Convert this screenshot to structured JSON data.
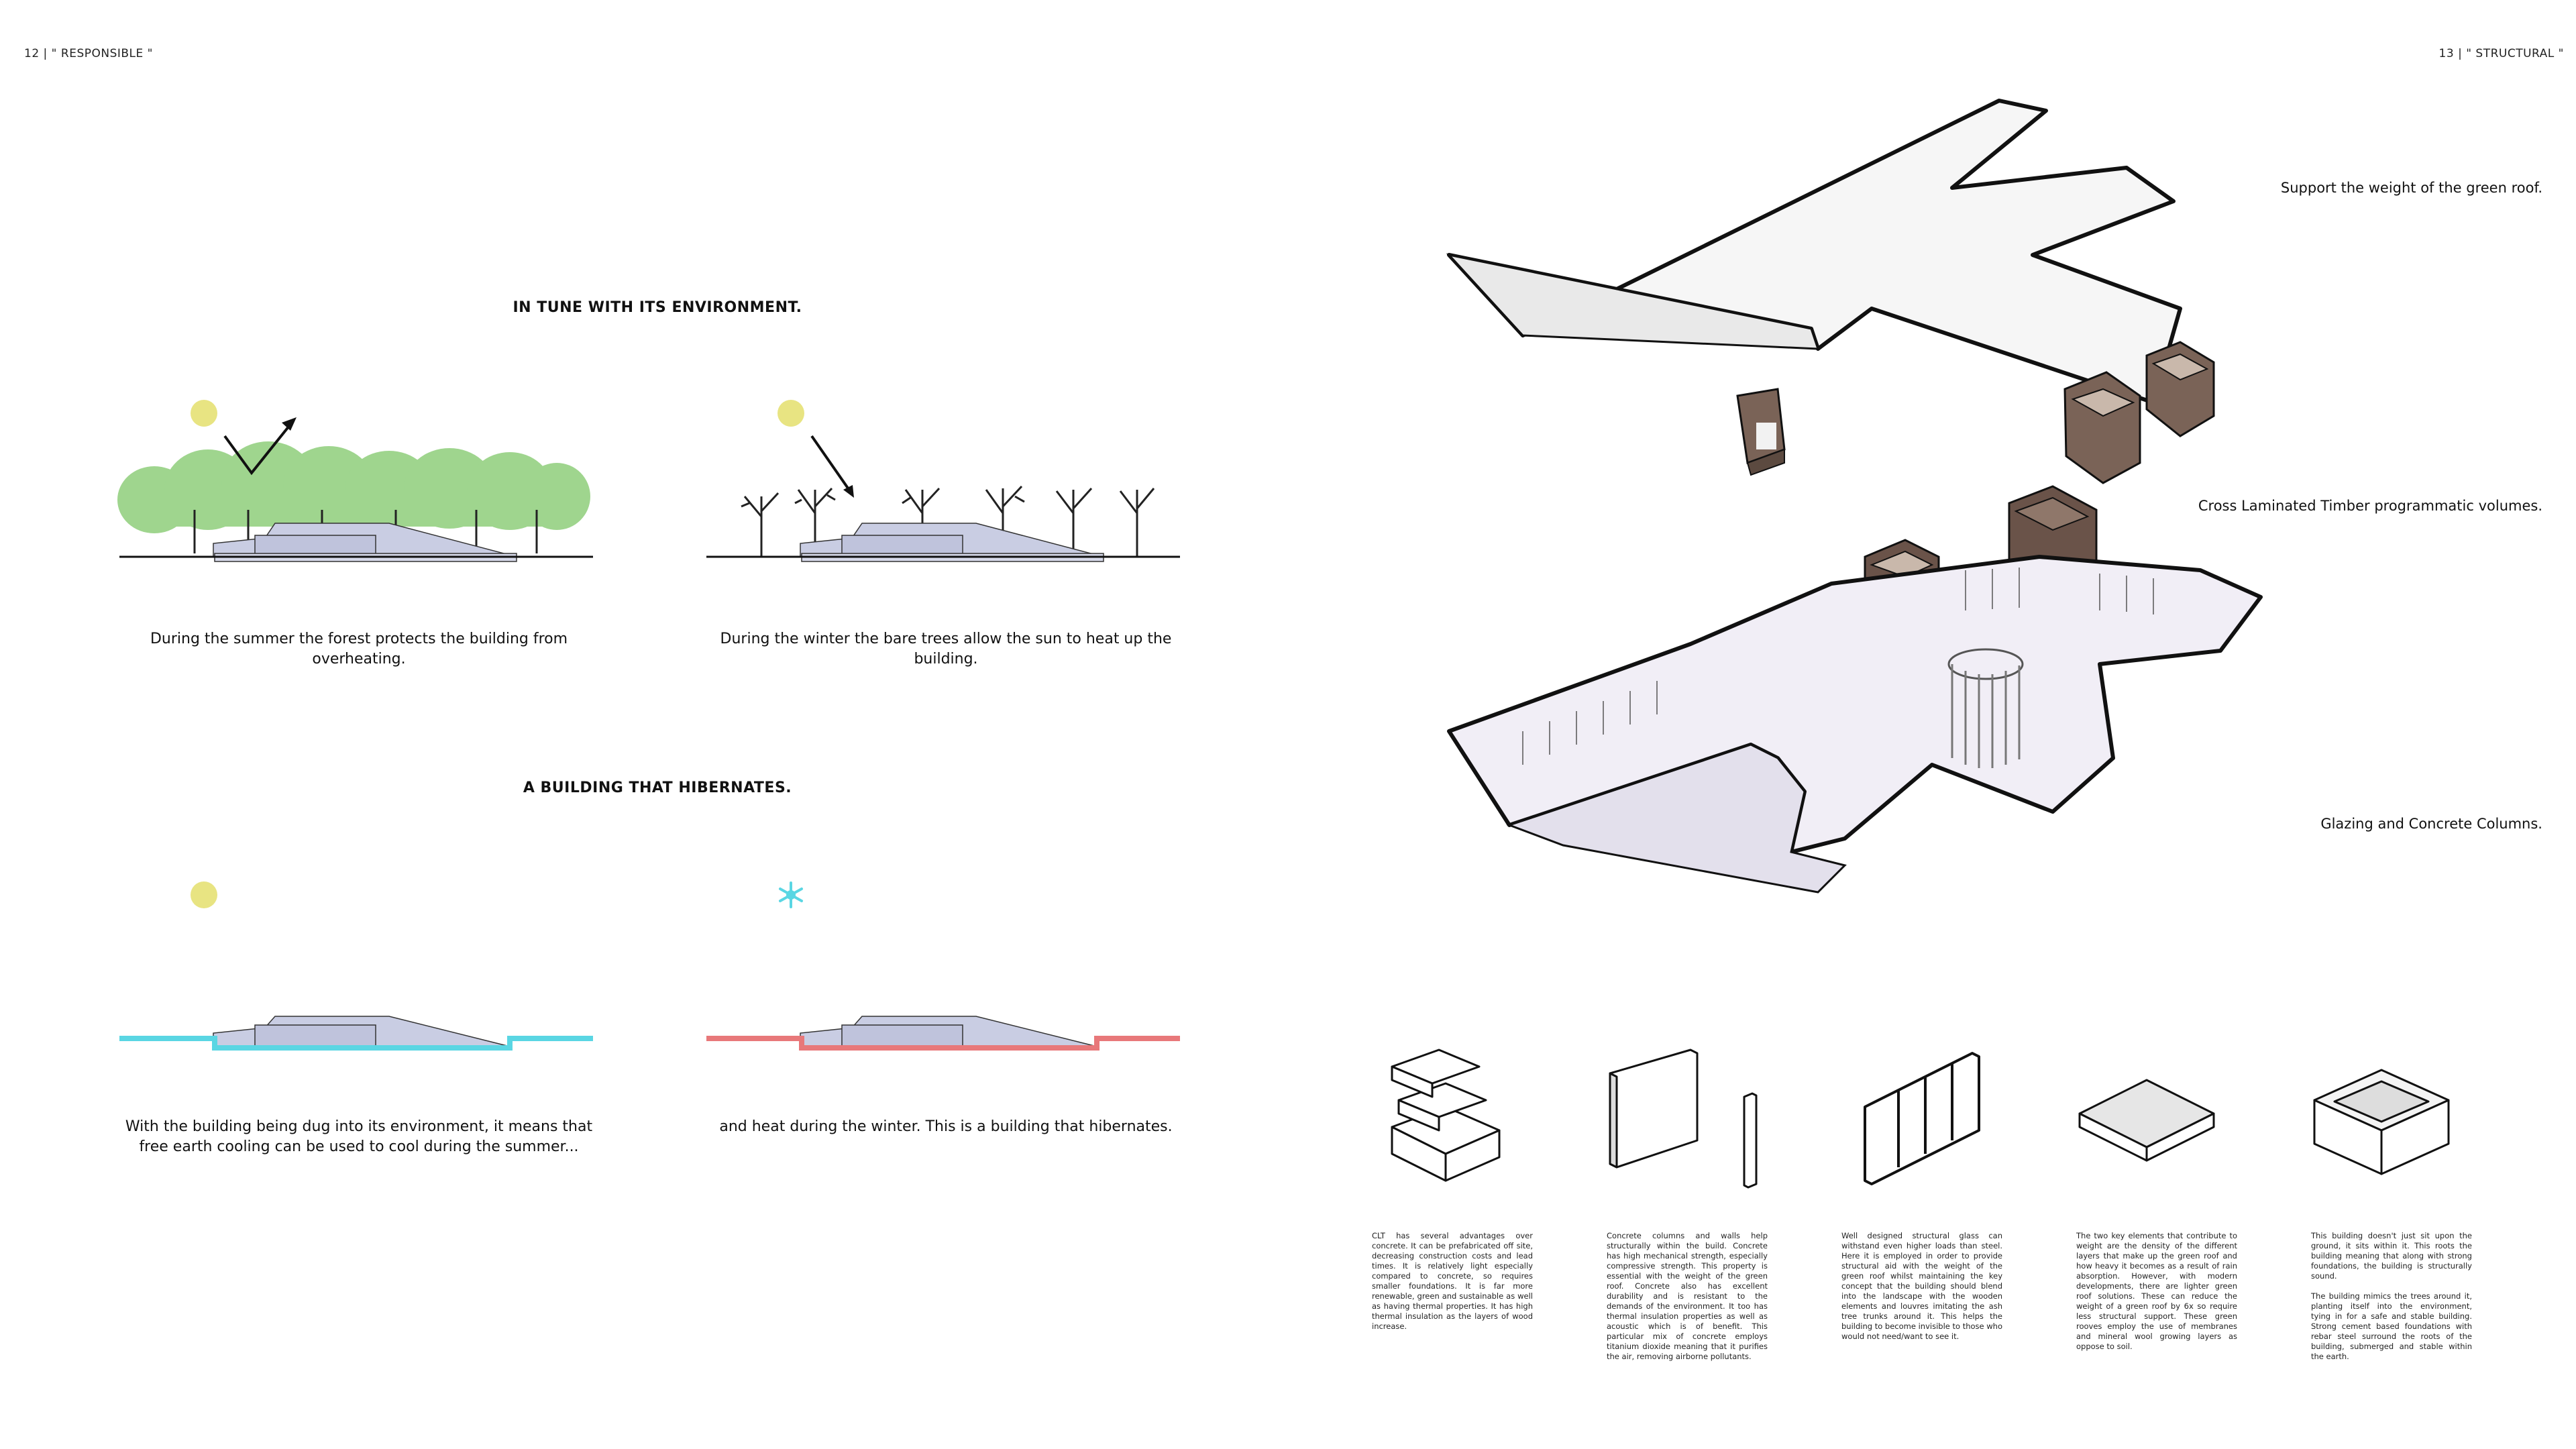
{
  "left_page": {
    "page_label": "12 | \" RESPONSIBLE \"",
    "heading_1": "IN TUNE WITH ITS ENVIRONMENT.",
    "caption_summer": "During the summer the forest protects the building from overheating.",
    "caption_winter": "During the winter the bare trees allow the sun to heat up the building.",
    "heading_2": "A BUILDING THAT HIBERNATES.",
    "caption_cooling": "With the building being dug into its environment, it means that free earth cooling can be used to cool during the summer...",
    "caption_heating": "and heat during the winter. This is a building that hibernates."
  },
  "right_page": {
    "page_label": "13 | \" STRUCTURAL \"",
    "label_roof": "Support the weight of the green roof.",
    "label_volumes": "Cross Laminated Timber programmatic volumes.",
    "label_glazing": "Glazing and Concrete Columns.",
    "paragraphs": [
      "CLT has several advantages over concrete. It can be prefabricated off site, decreasing construction costs and lead times. It is relatively light especially compared to concrete, so requires smaller foundations. It is far more renewable, green and sustainable as well as having thermal properties. It has high thermal insulation as the layers of wood increase.",
      "Concrete columns and walls help structurally within the build. Concrete has high mechanical strength, especially compressive strength. This property is essential with the weight of the green roof. Concrete also has excellent durability and is resistant to the demands of the environment. It too has thermal insulation properties as well as acoustic which is of benefit. This particular mix of concrete employs titanium dioxide meaning that it purifies the air, removing airborne pollutants.",
      "Well designed structural glass can withstand even higher loads than steel. Here it is employed in order to provide structural aid with the weight of the green roof whilst maintaining the key concept that the building should blend into the landscape with the wooden elements and louvres imitating the ash tree trunks around it. This helps the building to become invisible to those who would not need/want to see it.",
      "The two key elements that contribute to weight are the density of the different layers that make up the green roof and how heavy it becomes as a result of rain absorption. However, with modern developments, there are lighter green roof solutions. These can reduce the weight of a green roof by 6x so require less structural support. These green rooves employ the use of membranes and mineral wool growing layers as oppose to soil.",
      "This building doesn't just sit upon the ground, it sits within it. This roots the building meaning that along with strong foundations, the building is structurally sound.\n\nThe building mimics the trees around it, planting itself into the environment, tying in for a safe and stable building. Strong cement based foundations with rebar steel surround the roots of the building, submerged and stable within the earth."
    ]
  },
  "colors": {
    "sun": "#e8e482",
    "foliage": "#9fd58e",
    "trunk": "#222222",
    "cool_line": "#5ad6e3",
    "warm_line": "#e8787a",
    "building": "#c9cde3",
    "clt": "#7a6357"
  }
}
